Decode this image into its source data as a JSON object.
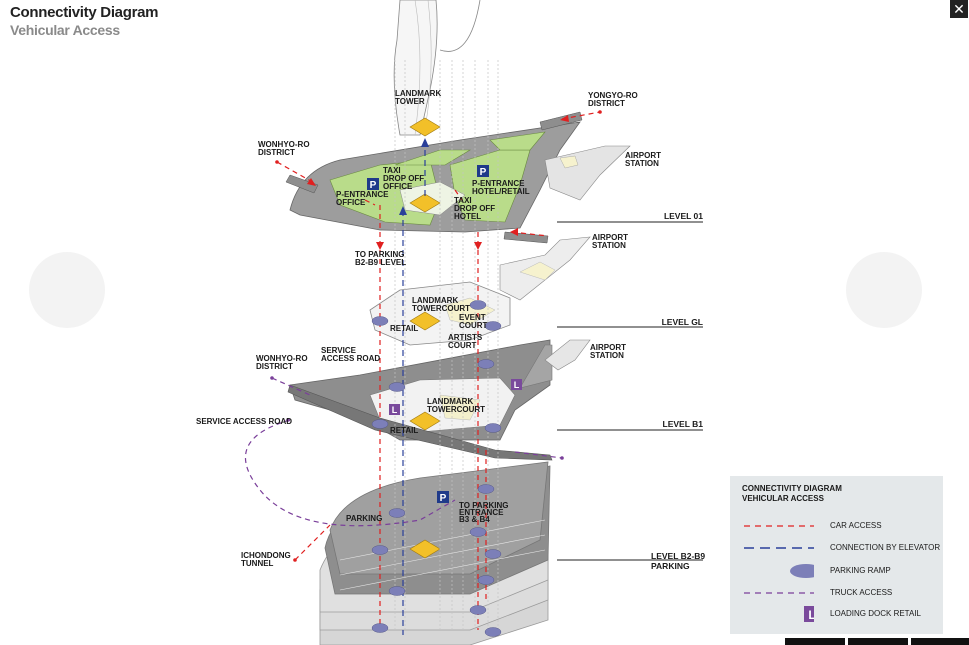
{
  "header": {
    "title": "Connectivity Diagram",
    "subtitle": "Vehicular Access"
  },
  "colors": {
    "car_access": "#e02020",
    "elevator": "#2a3f9a",
    "truck": "#7a3f9a",
    "ramp": "#7c7fb8",
    "green": "#b9dc8a",
    "slab": "#9a9a9a",
    "dock": "#7a4a9c",
    "core": "#f2c029",
    "legend_bg": "#e4e8ea"
  },
  "labels": {
    "landmark_tower": [
      "LANDMARK",
      "TOWER"
    ],
    "yongyo_district": [
      "YONGYO-RO",
      "DISTRICT"
    ],
    "wonhyo_district_top": [
      "WONHYO-RO",
      "DISTRICT"
    ],
    "airport_station_1": [
      "AIRPORT",
      "STATION"
    ],
    "taxi_office": [
      "TAXI",
      "DROP OFF",
      "OFFICE"
    ],
    "p_entrance_office": [
      "P-ENTRANCE",
      "OFFICE"
    ],
    "p_entrance_hotel": [
      "P-ENTRANCE",
      "HOTEL/RETAIL"
    ],
    "taxi_hotel": [
      "TAXI",
      "DROP OFF",
      "HOTEL"
    ],
    "airport_station_2": [
      "AIRPORT",
      "STATION"
    ],
    "to_parking": [
      "TO PARKING",
      "B2-B9 LEVEL"
    ],
    "landmark_towercourt_gl": [
      "LANDMARK",
      "TOWERCOURT"
    ],
    "event_court": [
      "EVENT",
      "COURT"
    ],
    "artists_court": [
      "ARTISTS",
      "COURT"
    ],
    "retail_gl": "RETAIL",
    "airport_station_3": [
      "AIRPORT",
      "STATION"
    ],
    "wonhyo_district_b1": [
      "WONHYO-RO",
      "DISTRICT"
    ],
    "service_access_road_top": [
      "SERVICE",
      "ACCESS ROAD"
    ],
    "service_access_road_left": "SERVICE ACCESS ROAD",
    "landmark_towercourt_b1": [
      "LANDMARK",
      "TOWERCOURT"
    ],
    "retail_b1": "RETAIL",
    "parking": "PARKING",
    "to_parking_entrance": [
      "TO PARKING",
      "ENTRANCE",
      "B3 & B4"
    ],
    "ichondong_tunnel": [
      "ICHONDONG",
      "TUNNEL"
    ],
    "p_glyph": "P",
    "l_glyph": "L"
  },
  "levels": {
    "level_01": "LEVEL 01",
    "level_gl": "LEVEL GL",
    "level_b1": "LEVEL B1",
    "level_b2b9": [
      "LEVEL B2-B9",
      "PARKING"
    ]
  },
  "legend": {
    "title": [
      "CONNECTIVITY DIAGRAM",
      "VEHICULAR ACCESS"
    ],
    "items": [
      {
        "label": "CAR ACCESS",
        "icon": "red-dashed-line"
      },
      {
        "label": "CONNECTION BY ELEVATOR",
        "icon": "blue-dashed-line"
      },
      {
        "label": "PARKING RAMP",
        "icon": "purple-ellipse"
      },
      {
        "label": "TRUCK ACCESS",
        "icon": "purple-dashed-line"
      },
      {
        "label": "LOADING DOCK RETAIL",
        "icon": "loading-dock-L"
      }
    ],
    "l_glyph": "L"
  }
}
